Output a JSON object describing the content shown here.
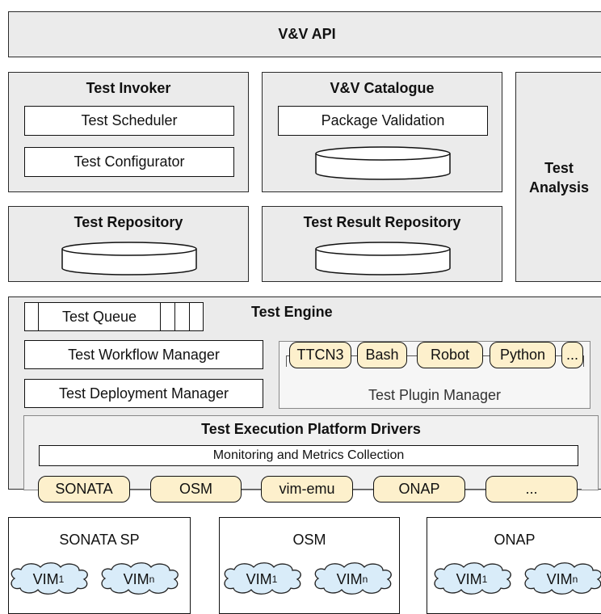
{
  "api": {
    "label": "V&V API"
  },
  "test_invoker": {
    "title": "Test Invoker",
    "scheduler": "Test Scheduler",
    "configurator": "Test Configurator"
  },
  "catalogue": {
    "title": "V&V Catalogue",
    "package_validation": "Package Validation"
  },
  "test_analysis": {
    "line1": "Test",
    "line2": "Analysis"
  },
  "test_repository": {
    "title": "Test Repository"
  },
  "result_repository": {
    "title": "Test Result Repository"
  },
  "engine": {
    "title": "Test Engine",
    "queue": "Test Queue",
    "workflow_manager": "Test Workflow Manager",
    "deployment_manager": "Test Deployment Manager",
    "plugin_manager": "Test Plugin Manager",
    "plugins": [
      "TTCN3",
      "Bash",
      "Robot",
      "Python",
      "..."
    ]
  },
  "drivers": {
    "title": "Test Execution Platform Drivers",
    "monitoring": "Monitoring and Metrics Collection",
    "items": [
      "SONATA",
      "OSM",
      "vim-emu",
      "ONAP",
      "..."
    ]
  },
  "platforms": [
    {
      "name": "SONATA SP",
      "vim1": "VIM",
      "vim1_sub": "1",
      "vimn": "VIM",
      "vimn_sub": "n"
    },
    {
      "name": "OSM",
      "vim1": "VIM",
      "vim1_sub": "1",
      "vimn": "VIM",
      "vimn_sub": "n"
    },
    {
      "name": "ONAP",
      "vim1": "VIM",
      "vim1_sub": "1",
      "vimn": "VIM",
      "vimn_sub": "n"
    }
  ]
}
